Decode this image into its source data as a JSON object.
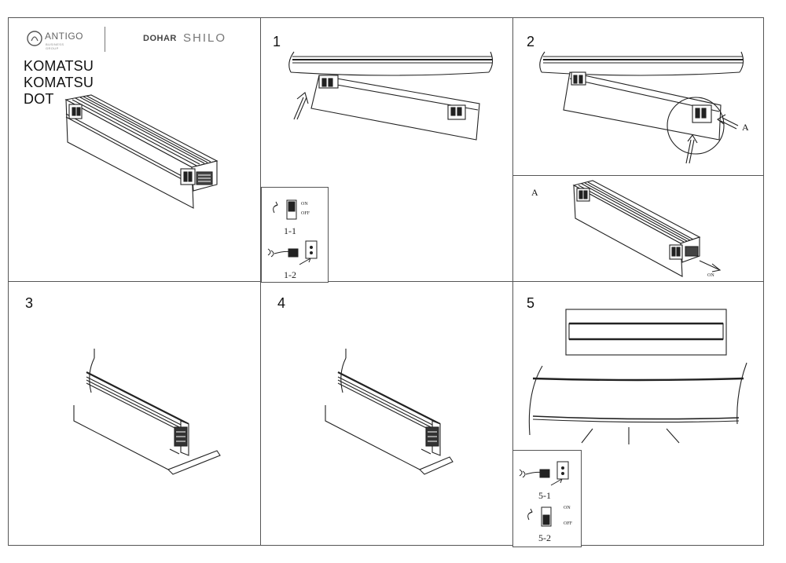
{
  "brand": {
    "logo1": "ANTIGO",
    "logo1_sub": "BUSINESS GROUP",
    "logo2": "DOHAR",
    "logo3": "SHILO"
  },
  "titles": [
    "KOMATSU",
    "KOMATSU DOT"
  ],
  "steps": [
    "1",
    "2",
    "3",
    "4",
    "5"
  ],
  "detail_label": "A",
  "callout_label": "A",
  "inset1": {
    "label_a": "1-1",
    "label_b": "1-2",
    "on": "ON",
    "off": "OFF"
  },
  "inset5": {
    "label_a": "5-1",
    "label_b": "5-2",
    "on": "ON",
    "off": "OFF"
  },
  "detail_on": "ON"
}
